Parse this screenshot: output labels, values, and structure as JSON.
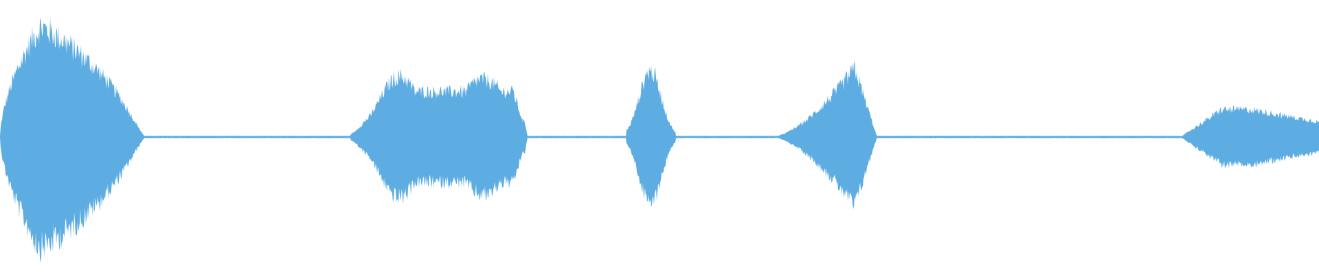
{
  "colors": {
    "waveform": "#5dade2",
    "background": "#ffffff"
  },
  "waveform": {
    "duration_fraction_start": 0,
    "duration_fraction_end": 1,
    "segments": [
      {
        "start": 0.0,
        "end": 0.11,
        "peak_amplitude": 0.4,
        "shape": "decay",
        "peak_at": 0.03
      },
      {
        "start": 0.265,
        "end": 0.4,
        "peak_amplitude": 0.22,
        "shape": "double",
        "peak_at": 0.3
      },
      {
        "start": 0.475,
        "end": 0.512,
        "peak_amplitude": 0.24,
        "shape": "bell",
        "peak_at": 0.493
      },
      {
        "start": 0.585,
        "end": 0.665,
        "peak_amplitude": 0.25,
        "shape": "rise",
        "peak_at": 0.648
      },
      {
        "start": 0.895,
        "end": 1.0,
        "peak_amplitude": 0.1,
        "shape": "plateau",
        "peak_at": 0.95
      }
    ],
    "baseline_amplitude": 0.004
  }
}
